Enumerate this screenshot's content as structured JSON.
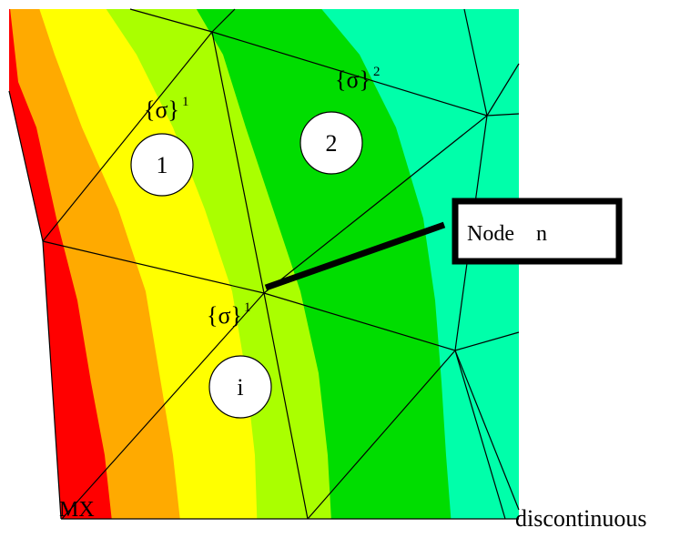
{
  "palette": {
    "red": "#ff0000",
    "orange": "#ffaa00",
    "yellow": "#ffff00",
    "yellow_green": "#aaff00",
    "green": "#00dd00",
    "aqua": "#00ffaa",
    "mesh_line": "#000000"
  },
  "labels": {
    "sigma_elem1": "{σ}",
    "sigma_elem1_sup": "1",
    "sigma_elem2": "{σ}",
    "sigma_elem2_sup": "2",
    "sigma_node": "{σ}",
    "sigma_node_sup": "1",
    "element_1": "1",
    "element_2": "2",
    "element_i": "i",
    "node_callout": "Node    n",
    "max_marker": "MX"
  },
  "caption": "discontinuous"
}
